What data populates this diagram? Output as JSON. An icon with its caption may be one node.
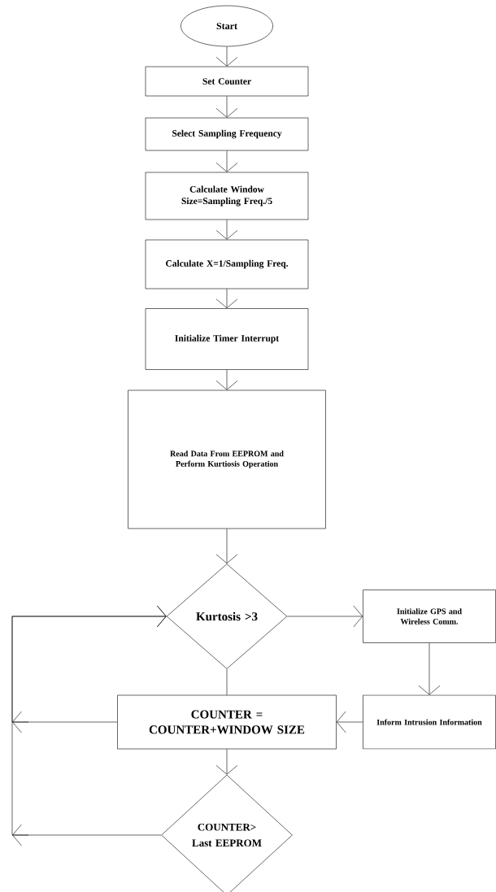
{
  "diagram": {
    "nodes": [
      {
        "text": [
          "Start"
        ]
      },
      {
        "text": [
          "Set Counter"
        ]
      },
      {
        "text": [
          "Select Sampling Frequency"
        ]
      },
      {
        "text": [
          "Calculate Window Size=Sampling Freq./5"
        ]
      },
      {
        "text": [
          "Calculate X=1/Sampling Freq."
        ]
      },
      {
        "text": [
          "Initialize Timer Interrupt"
        ]
      },
      {
        "text": [
          "Read Data From EEPROM and Perform Kurtiosis Operation"
        ]
      },
      {
        "text": [
          "Kurtosis >3"
        ]
      },
      {
        "text": [
          "Initialize GPS and Wireless Comm."
        ]
      },
      {
        "text": [
          "COUNTER = COUNTER+WINDOW SIZE"
        ]
      },
      {
        "text": [
          "Inform Intrusion Information"
        ]
      },
      {
        "text": [
          "COUNTER> Last EEPROM"
        ]
      }
    ],
    "edges": [
      {
        "from": 0,
        "to": 1,
        "arrow": "to"
      },
      {
        "from": 1,
        "to": 2,
        "arrow": "to"
      },
      {
        "from": 2,
        "to": 3,
        "arrow": "to"
      },
      {
        "from": 3,
        "to": 4,
        "arrow": "to"
      },
      {
        "from": 4,
        "to": 5,
        "arrow": "to"
      },
      {
        "from": 5,
        "to": 6,
        "arrow": "to"
      },
      {
        "from": 6,
        "to": 7,
        "arrow": "to"
      },
      {
        "from": 7,
        "to": 8,
        "arrow": "to"
      },
      {
        "from": 8,
        "to": 10,
        "arrow": "to"
      },
      {
        "from": 10,
        "to": 9,
        "arrow": "to"
      },
      {
        "from": 7,
        "to": 9,
        "arrow": "none"
      },
      {
        "from": 9,
        "to": 11,
        "arrow": "to"
      },
      {
        "from": 9,
        "to": 7,
        "arrow": "to"
      },
      {
        "from": 11,
        "to": 7,
        "arrow": "to"
      }
    ]
  }
}
